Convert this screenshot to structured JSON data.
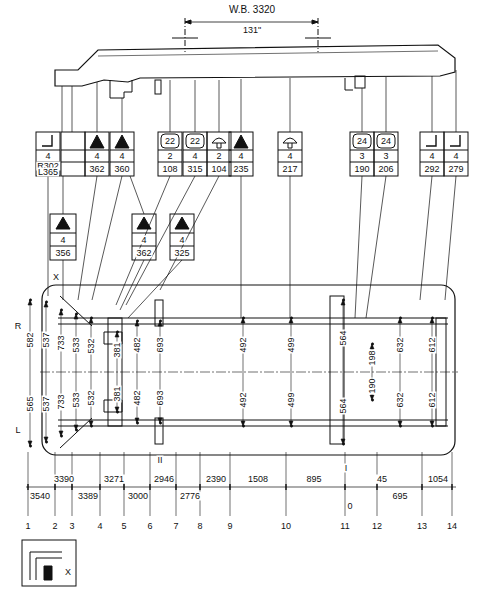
{
  "diagram": {
    "labels": [
      "W.B. 3320",
      "131\"",
      "22",
      "22",
      "24",
      "24",
      "4",
      "4",
      "4",
      "2",
      "4",
      "2",
      "4",
      "4",
      "3",
      "3",
      "4",
      "4",
      "R302",
      "L365",
      "362",
      "360",
      "108",
      "315",
      "104",
      "235",
      "217",
      "190",
      "206",
      "292",
      "279",
      "4",
      "356",
      "4",
      "362",
      "4",
      "325",
      "X",
      "R",
      "L",
      "582",
      "537",
      "733",
      "533",
      "532",
      "381",
      "482",
      "693",
      "492",
      "499",
      "564",
      "198",
      "632",
      "612",
      "565",
      "537",
      "733",
      "533",
      "532",
      "381",
      "482",
      "693",
      "492",
      "499",
      "564",
      "190",
      "632",
      "612",
      "II",
      "I",
      "3540",
      "3390",
      "3389",
      "3271",
      "3000",
      "2946",
      "2776",
      "2390",
      "1508",
      "895",
      "0",
      "45",
      "695",
      "1054",
      "1",
      "2",
      "3",
      "4",
      "5",
      "6",
      "7",
      "8",
      "9",
      "10",
      "11",
      "12",
      "13",
      "14",
      "X"
    ]
  }
}
